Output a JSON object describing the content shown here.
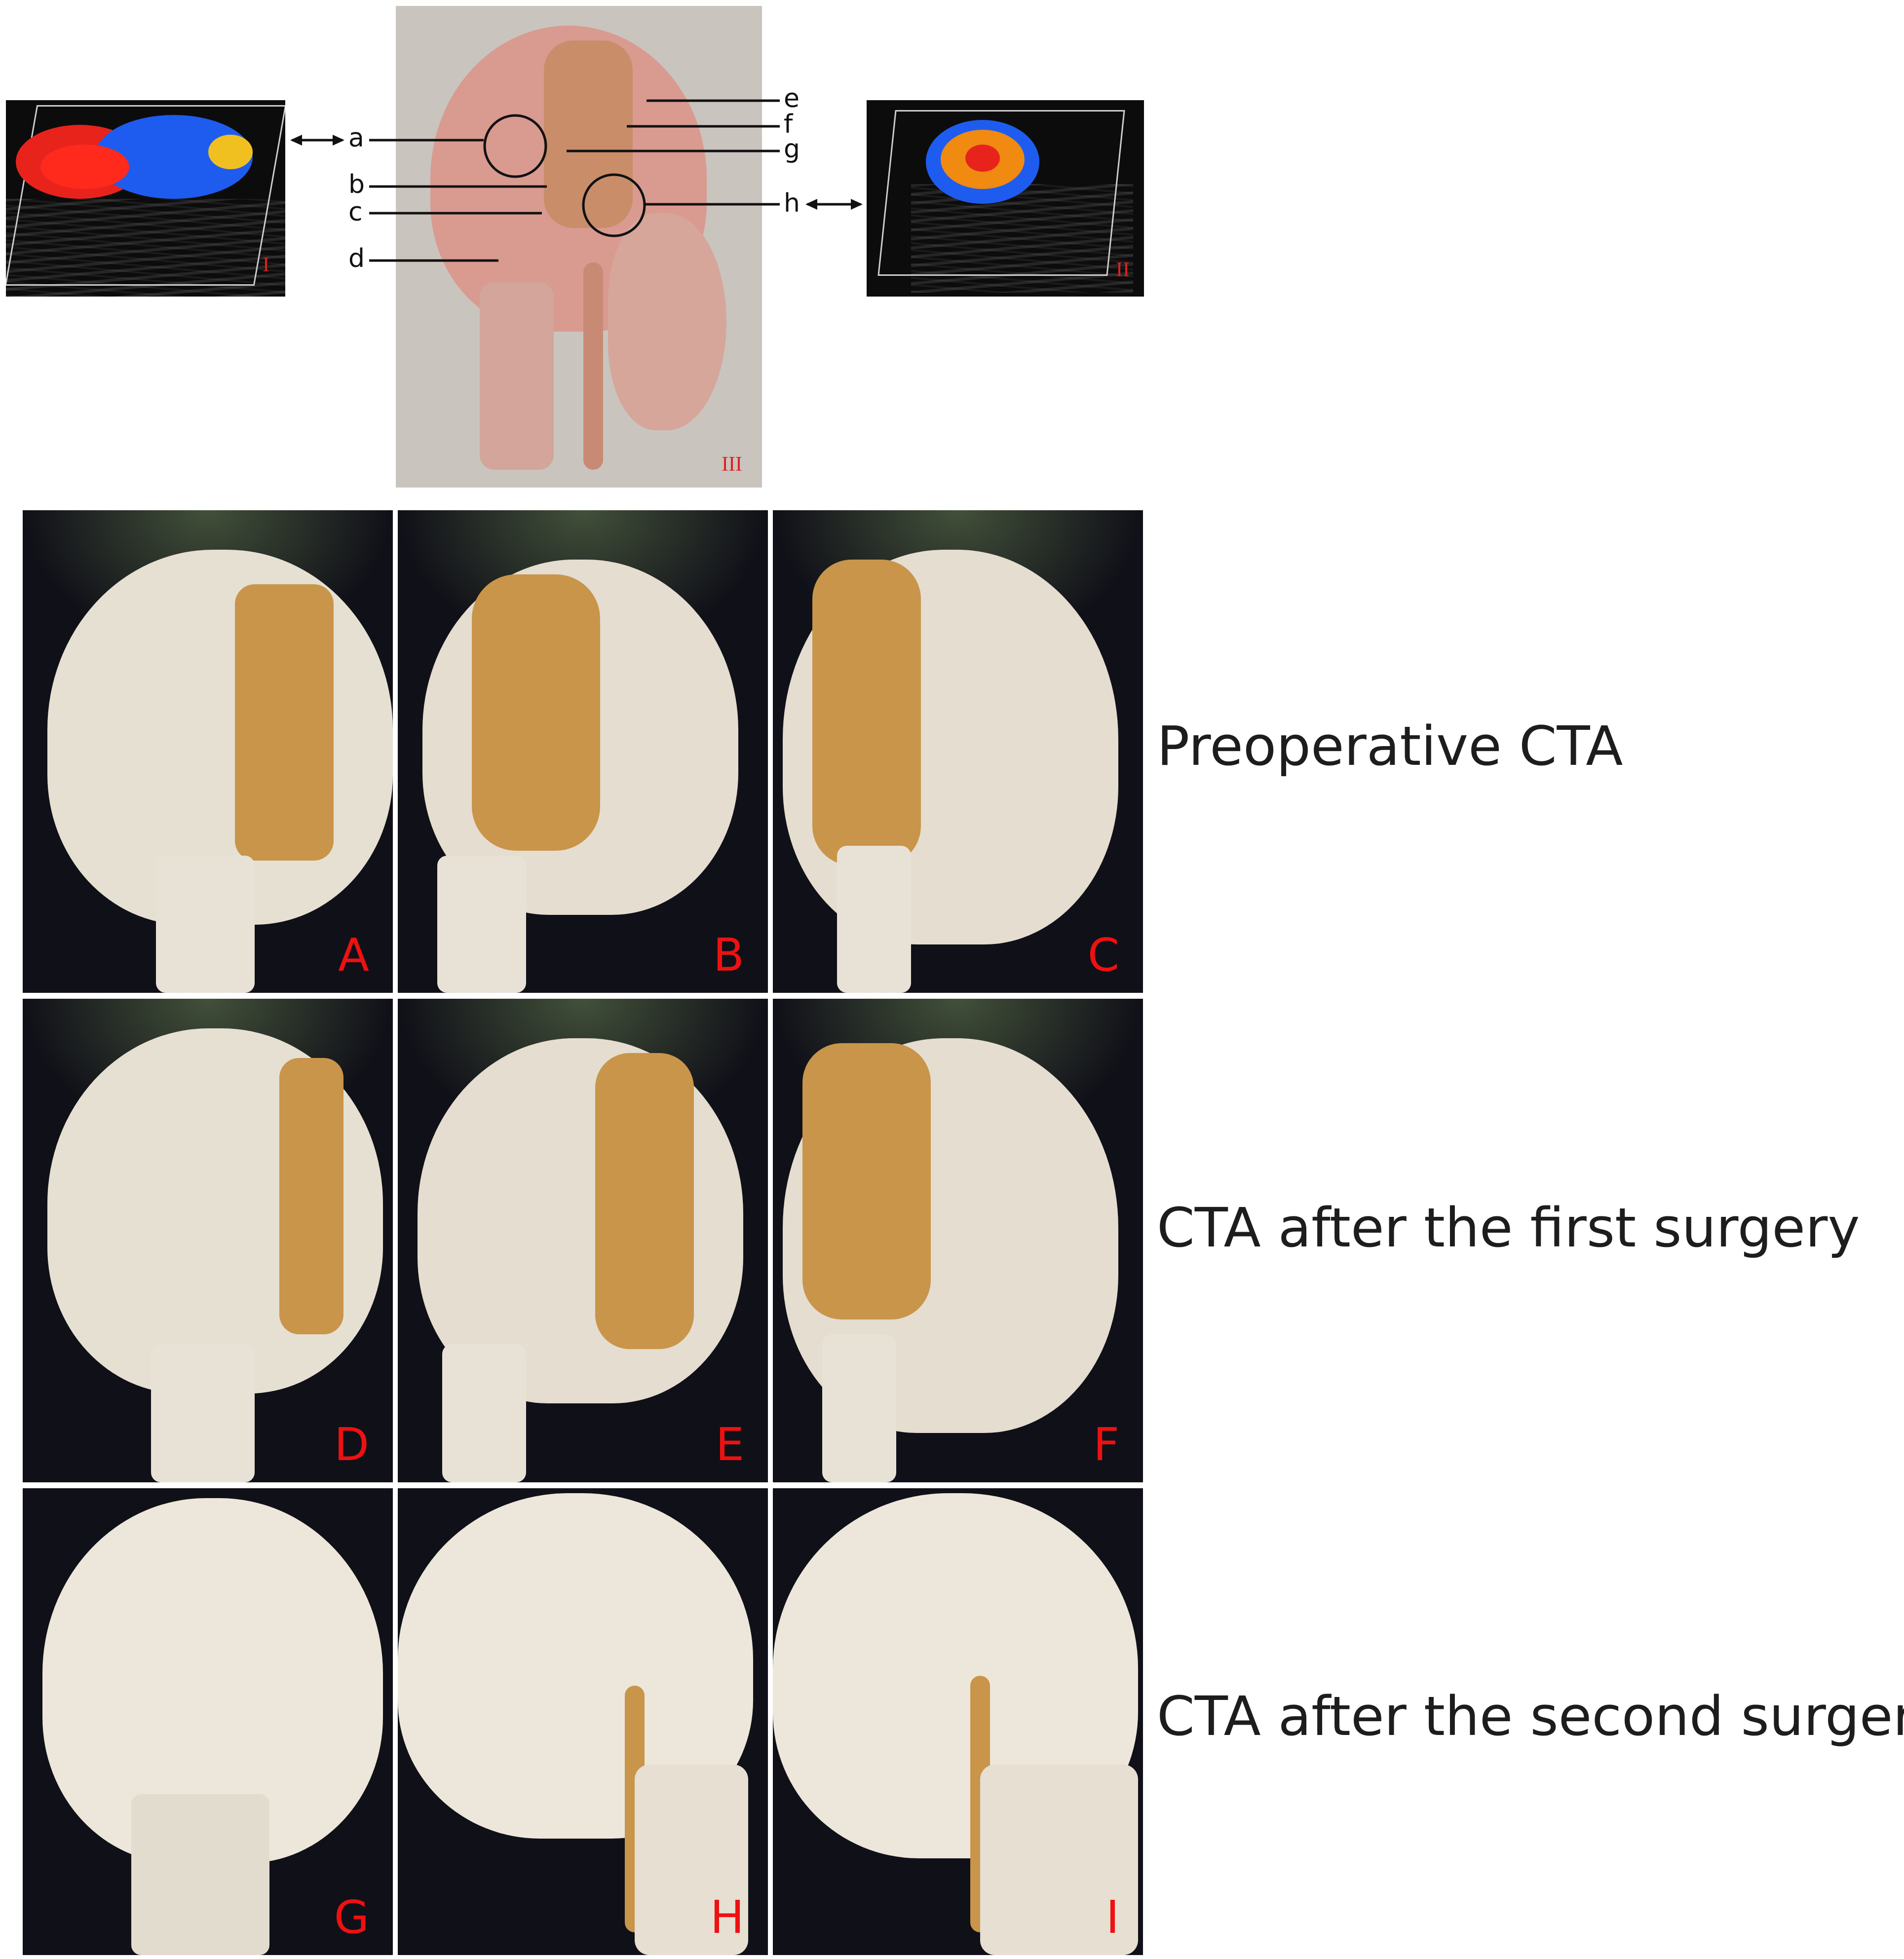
{
  "top": {
    "panel_I_label": "I",
    "panel_II_label": "II",
    "panel_III_label": "III",
    "annotations": [
      "a",
      "b",
      "c",
      "d",
      "e",
      "f",
      "g",
      "h"
    ]
  },
  "rows": [
    {
      "caption": "Preoperative CTA",
      "panels": [
        "A",
        "B",
        "C"
      ]
    },
    {
      "caption": "CTA after the first surgery",
      "panels": [
        "D",
        "E",
        "F"
      ]
    },
    {
      "caption": "CTA after the second surgery",
      "panels": [
        "G",
        "H",
        "I"
      ]
    }
  ],
  "colors": {
    "label_red": "#ee1111",
    "vessel": "#c9954a",
    "bone": "#e6e0d2",
    "doppler_red": "#e8231c",
    "doppler_blue": "#1e5cf0"
  }
}
